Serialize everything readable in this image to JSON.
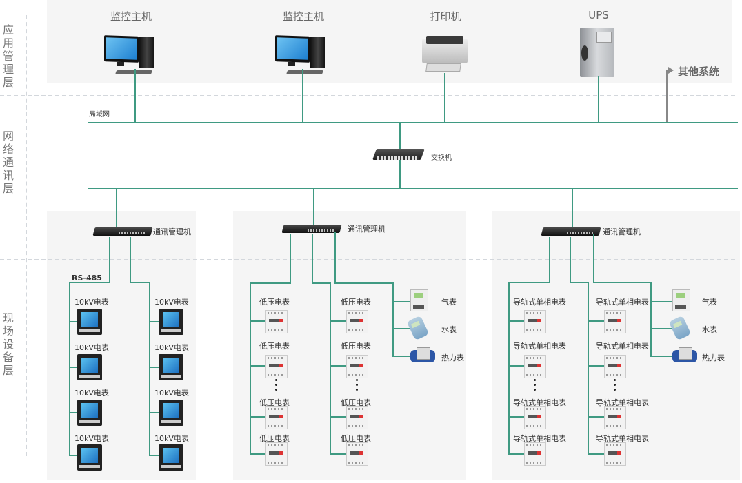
{
  "layers": {
    "application": "应用管理层",
    "network": "网络通讯层",
    "field": "现场设备层"
  },
  "application_layer": {
    "devices": [
      {
        "label": "监控主机",
        "icon": "computer-icon"
      },
      {
        "label": "监控主机",
        "icon": "computer-icon"
      },
      {
        "label": "打印机",
        "icon": "printer-icon"
      },
      {
        "label": "UPS",
        "icon": "ups-icon"
      }
    ],
    "other_systems": "其他系统"
  },
  "network_layer": {
    "lan_label": "局域网",
    "switch_label": "交换机"
  },
  "field_layer": {
    "groups": [
      {
        "manager_label": "通讯管理机",
        "bus_label": "RS-485",
        "columns": [
          {
            "meters": [
              "10kV电表",
              "10kV电表",
              "10kV电表",
              "10kV电表"
            ]
          },
          {
            "meters": [
              "10kV电表",
              "10kV电表",
              "10kV电表",
              "10kV电表"
            ]
          }
        ]
      },
      {
        "manager_label": "通讯管理机",
        "columns": [
          {
            "meters": [
              "低压电表",
              "低压电表",
              "低压电表",
              "低压电表"
            ]
          },
          {
            "meters": [
              "低压电表",
              "低压电表",
              "低压电表",
              "低压电表"
            ]
          }
        ],
        "utility_meters": [
          "气表",
          "水表",
          "热力表"
        ]
      },
      {
        "manager_label": "通讯管理机",
        "columns": [
          {
            "meters": [
              "导轨式单相电表",
              "导轨式单相电表",
              "导轨式单相电表",
              "导轨式单相电表"
            ]
          },
          {
            "meters": [
              "导轨式单相电表",
              "导轨式单相电表",
              "导轨式单相电表",
              "导轨式单相电表"
            ]
          }
        ],
        "utility_meters": [
          "气表",
          "水表",
          "热力表"
        ]
      }
    ],
    "ellipsis": "⋮"
  },
  "colors": {
    "connection_line": "#3f9a82",
    "panel_background": "#f5f5f5",
    "layer_divider": "#d3d7dc"
  }
}
